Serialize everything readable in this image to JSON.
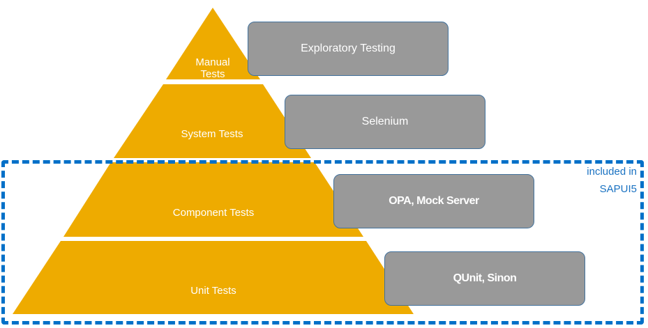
{
  "colors": {
    "pyramid": "#eeab00",
    "tool_box": "#999999",
    "tool_border": "#41719c",
    "scope": "#0070c8"
  },
  "layers": [
    {
      "label_line1": "Manual",
      "label_line2": "Tests",
      "tool": "Exploratory Testing"
    },
    {
      "label": "System Tests",
      "tool": "Selenium"
    },
    {
      "label": "Component Tests",
      "tool": "OPA, Mock Server"
    },
    {
      "label": "Unit Tests",
      "tool": "QUnit, Sinon"
    }
  ],
  "scope": {
    "line1": "included in",
    "line2": "SAPUI5"
  }
}
